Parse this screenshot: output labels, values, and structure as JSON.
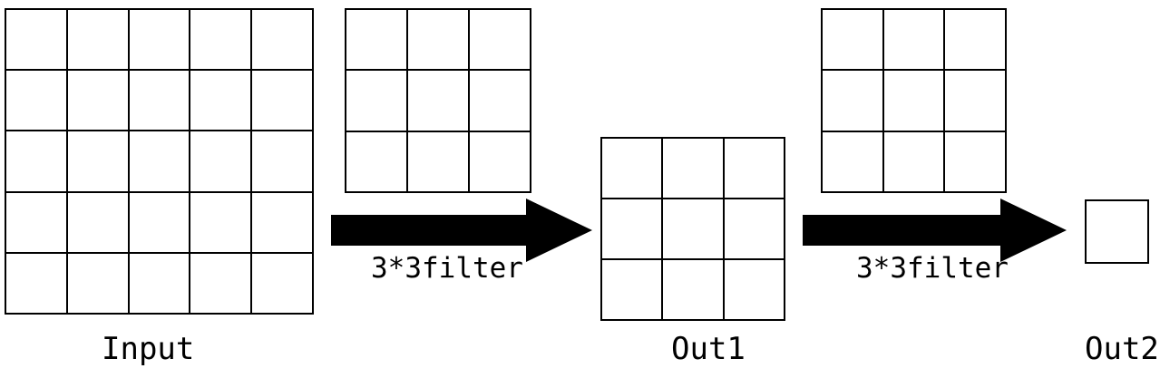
{
  "diagram": {
    "title": "Two successive 3*3 convolution filters reducing a 5x5 input to a 1x1 output",
    "stroke_color": "#000000",
    "fill_color": "#ffffff",
    "arrow_color": "#000000",
    "stages": [
      {
        "id": "input",
        "label": "Input",
        "rows": 5,
        "cols": 5,
        "cell_count": 25
      },
      {
        "id": "filter1",
        "label": "3*3filter",
        "rows": 3,
        "cols": 3,
        "cell_count": 9
      },
      {
        "id": "out1",
        "label": "Out1",
        "rows": 3,
        "cols": 3,
        "cell_count": 9
      },
      {
        "id": "filter2",
        "label": "3*3filter",
        "rows": 3,
        "cols": 3,
        "cell_count": 9
      },
      {
        "id": "out2",
        "label": "Out2",
        "rows": 1,
        "cols": 1,
        "cell_count": 1
      }
    ],
    "arrows": [
      {
        "id": "arrow-1",
        "label": "3*3filter",
        "from": "input",
        "to": "out1",
        "direction": "right"
      },
      {
        "id": "arrow-2",
        "label": "3*3filter",
        "from": "out1",
        "to": "out2",
        "direction": "right"
      }
    ],
    "labels": {
      "input": "Input",
      "out1": "Out1",
      "out2": "Out2",
      "filter_1": "3*3filter",
      "filter_2": "3*3filter"
    }
  }
}
